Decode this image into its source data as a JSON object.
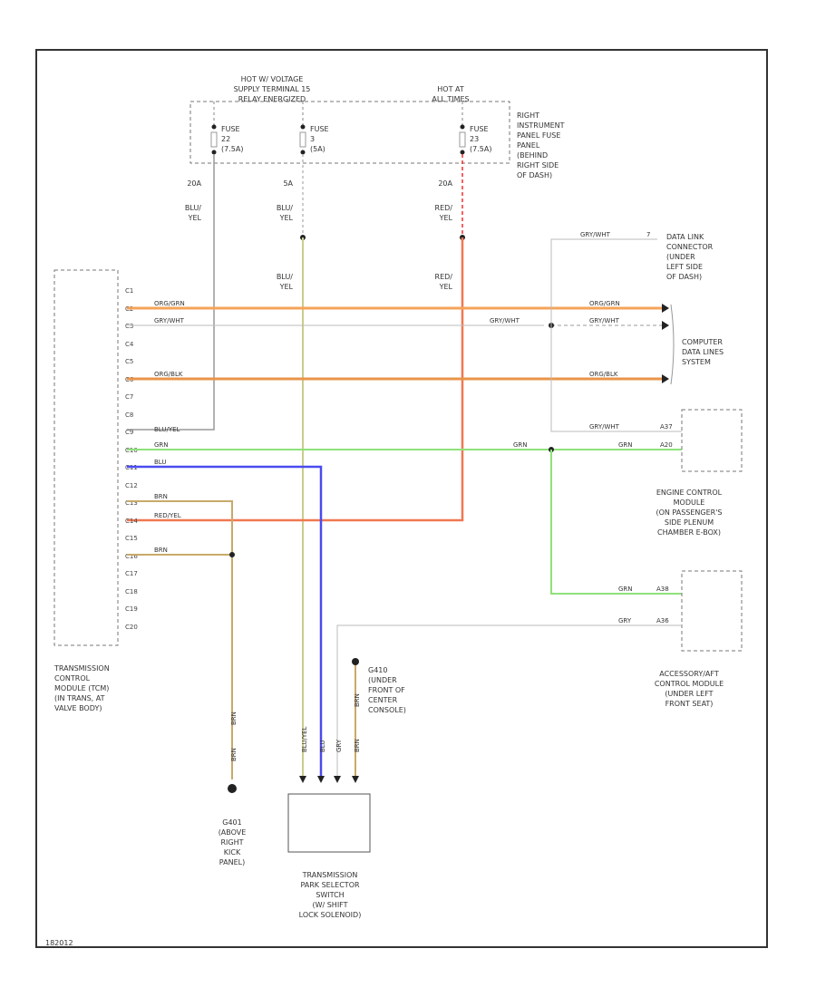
{
  "diagram_id": "182012",
  "power": {
    "hot_voltage_lines": [
      "HOT W/ VOLTAGE",
      "SUPPLY TERMINAL 15",
      "RELAY ENERGIZED"
    ],
    "hot_at_lines": [
      "HOT AT",
      "ALL TIMES"
    ],
    "fuses": [
      {
        "lines": [
          "FUSE",
          "22",
          "(7.5A)"
        ],
        "amps": "20A",
        "wire": [
          "BLU/",
          "YEL"
        ]
      },
      {
        "lines": [
          "FUSE",
          "3",
          "(5A)"
        ],
        "amps": "5A",
        "wire": [
          "BLU/",
          "YEL"
        ]
      },
      {
        "lines": [
          "FUSE",
          "23",
          "(7.5A)"
        ],
        "amps": "20A",
        "wire": [
          "RED/",
          "YEL"
        ]
      }
    ],
    "fuse_panel_lines": [
      "RIGHT",
      "INSTRUMENT",
      "PANEL FUSE",
      "PANEL",
      "(BEHIND",
      "RIGHT SIDE",
      "OF DASH)"
    ],
    "mid_wire_left": [
      "BLU/",
      "YEL"
    ],
    "mid_wire_right": [
      "RED/",
      "YEL"
    ]
  },
  "tcm": {
    "pins": [
      "C1",
      "C2",
      "C3",
      "C4",
      "C5",
      "C6",
      "C7",
      "C8",
      "C9",
      "C10",
      "C11",
      "C12",
      "C13",
      "C14",
      "C15",
      "C16",
      "C17",
      "C18",
      "C19",
      "C20"
    ],
    "label_lines": [
      "TRANSMISSION",
      "CONTROL",
      "MODULE (TCM)",
      "(IN TRANS, AT",
      "VALVE BODY)"
    ]
  },
  "wires": {
    "c2": "ORG/GRN",
    "c3": "GRY/WHT",
    "c6": "ORG/BLK",
    "c9": "BLU/YEL",
    "c10": "GRN",
    "c11": "BLU",
    "c13": "BRN",
    "c14": "RED/YEL",
    "c16": "BRN",
    "c2_right": "ORG/GRN",
    "c3_mid": "GRY/WHT",
    "c3_right": "GRY/WHT",
    "c6_right": "ORG/BLK",
    "dlc_branch": "GRY/WHT",
    "dlc_pin": "7",
    "ecm_gry": "GRY/WHT",
    "ecm_gry_pin": "A37",
    "grn_mid": "GRN",
    "ecm_grn": "GRN",
    "ecm_grn_pin": "A20",
    "acm_grn": "GRN",
    "acm_grn_pin": "A38",
    "acm_gry": "GRY",
    "acm_gry_pin": "A36"
  },
  "modules": {
    "dlc_lines": [
      "DATA LINK",
      "CONNECTOR",
      "(UNDER",
      "LEFT SIDE",
      "OF DASH)"
    ],
    "cdl_lines": [
      "COMPUTER",
      "DATA LINES",
      "SYSTEM"
    ],
    "ecm_lines": [
      "ENGINE CONTROL",
      "MODULE",
      "(ON PASSENGER'S",
      "SIDE PLENUM",
      "CHAMBER E-BOX)"
    ],
    "acm_lines": [
      "ACCESSORY/AFT",
      "CONTROL MODULE",
      "(UNDER LEFT",
      "FRONT SEAT)"
    ]
  },
  "grounds": {
    "g410_lines": [
      "G410",
      "(UNDER",
      "FRONT OF",
      "CENTER",
      "CONSOLE)"
    ],
    "g410_wire": "BRN",
    "g401_lines": [
      "G401",
      "(ABOVE",
      "RIGHT",
      "KICK",
      "PANEL)"
    ],
    "g401_wires": [
      "BRN",
      "BRN"
    ]
  },
  "switch": {
    "wires": [
      "BLU/YEL",
      "BLU",
      "GRY",
      "BRN"
    ],
    "label_lines": [
      "TRANSMISSION",
      "PARK SELECTOR",
      "SWITCH",
      "(W/ SHIFT",
      "LOCK SOLENOID)"
    ]
  },
  "colors": {
    "orange": "#f5a35a",
    "orange_dark": "#e8944a",
    "green": "#8ee27a",
    "blue": "#4a4af0",
    "red": "#f07850",
    "red_dash": "#f03030",
    "tan": "#c9a96a",
    "olive": "#c9cc8a",
    "gray": "#999999",
    "frame": "#333333"
  }
}
